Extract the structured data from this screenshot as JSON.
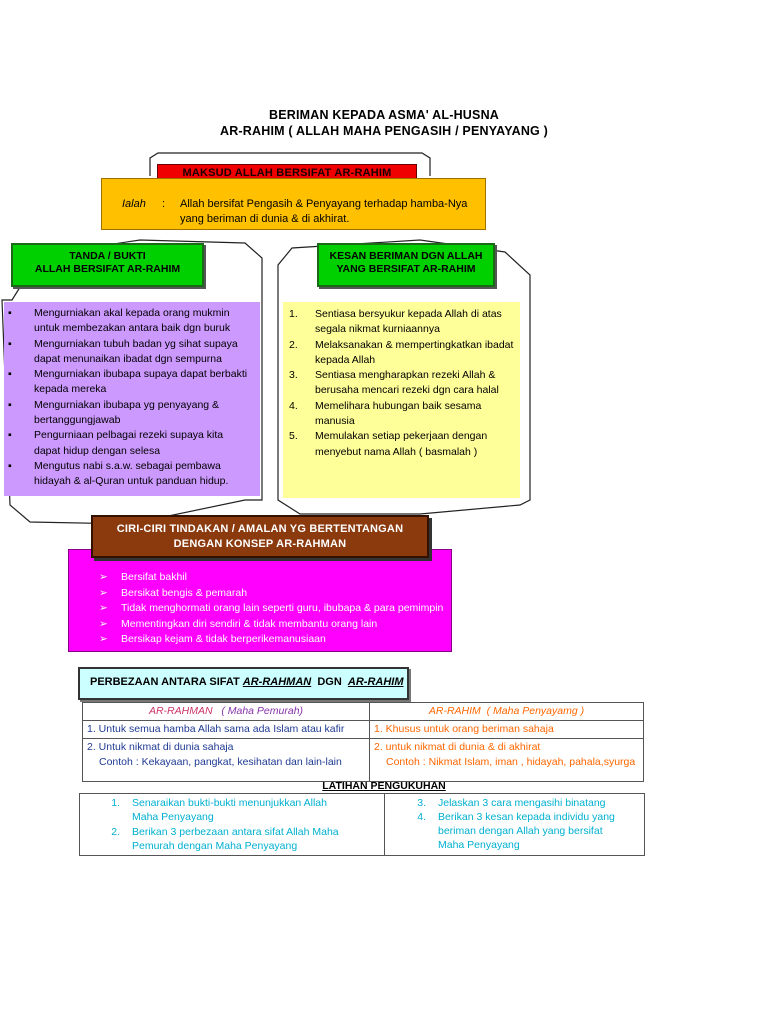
{
  "title_line1": "BERIMAN KEPADA ASMA' AL-HUSNA",
  "title_line2": "AR-RAHIM ( ALLAH MAHA PENGASIH / PENYAYANG )",
  "maksud_heading": "MAKSUD ALLAH BERSIFAT AR-RAHIM",
  "maksud_label": "Ialah",
  "maksud_colon": ":",
  "maksud_line1": "Allah bersifat Pengasih & Penyayang terhadap hamba-Nya",
  "maksud_line2": "yang beriman di dunia & di akhirat.",
  "tanda_line1": "TANDA /  BUKTI",
  "tanda_line2": "ALLAH BERSIFAT AR-RAHIM",
  "kesan_line1": "KESAN BERIMAN DGN ALLAH",
  "kesan_line2": "YANG BERSIFAT AR-RAHIM",
  "bukti_items": [
    [
      "Mengurniakan akal kepada orang mukmin",
      "untuk membezakan antara baik dgn buruk"
    ],
    [
      "Mengurniakan tubuh badan yg sihat supaya",
      "dapat menunaikan ibadat dgn sempurna"
    ],
    [
      "Mengurniakan ibubapa supaya dapat berbakti",
      "kepada mereka"
    ],
    [
      "Mengurniakan ibubapa yg penyayang &",
      "bertanggungjawab"
    ],
    [
      "Pengurniaan pelbagai rezeki supaya kita",
      "dapat hidup dengan selesa"
    ],
    [
      "Mengutus nabi s.a.w. sebagai pembawa",
      "hidayah  &   al-Quran untuk  panduan hidup."
    ]
  ],
  "kesan_items": [
    [
      "Sentiasa bersyukur kepada Allah di atas",
      "segala nikmat kurniaannya"
    ],
    [
      "Melaksanakan & mempertingkatkan ibadat",
      "kepada Allah"
    ],
    [
      "Sentiasa mengharapkan rezeki Allah &",
      "berusaha mencari rezeki dgn cara halal"
    ],
    [
      "Memelihara hubungan  baik sesama",
      "manusia"
    ],
    [
      "Memulakan setiap pekerjaan dengan",
      "menyebut nama Allah ( basmalah )"
    ]
  ],
  "ciri_line1": "CIRI-CIRI TINDAKAN / AMALAN  YG BERTENTANGAN",
  "ciri_line2": "DENGAN  KONSEP AR-RAHMAN",
  "ciri_items": [
    "Bersifat bakhil",
    "Bersikat bengis & pemarah",
    "Tidak menghormati orang lain seperti  guru, ibubapa & para pemimpin",
    "Mementingkan diri sendiri & tidak membantu orang  lain",
    "Bersikap kejam & tidak  berperikemanusiaan"
  ],
  "perbezaan_prefix": "PERBEZAAN ANTARA SIFAT ",
  "perbezaan_a": "AR-RAHMAN",
  "perbezaan_mid": "  DGN  ",
  "perbezaan_b": "AR-RAHIM",
  "table": {
    "head_left_name": "AR-RAHMAN",
    "head_left_desc": "( Maha Pemurah)",
    "head_right_name": "AR-RAHIM",
    "head_right_desc": "( Maha Penyayamg )",
    "left_row1": "1. Untuk semua hamba Allah sama ada Islam atau kafir",
    "right_row1": "1. Khusus untuk orang beriman sahaja",
    "left_row2": "2. Untuk nikmat di dunia sahaja",
    "left_row2b": "Contoh : Kekayaan, pangkat, kesihatan dan lain-lain",
    "right_row2": "2. untuk nikmat di dunia & di akhirat",
    "right_row2b": "Contoh : Nikmat Islam, iman , hidayah, pahala,syurga"
  },
  "latihan_heading": "LATIHAN PENGUKUHAN",
  "latihan_left": [
    {
      "n": "1.",
      "l1": "Senaraikan bukti-bukti menunjukkan Allah",
      "l2": "Maha  Penyayang"
    },
    {
      "n": "2.",
      "l1": "Berikan 3 perbezaan antara sifat Allah Maha",
      "l2": "Pemurah dengan Maha Penyayang"
    }
  ],
  "latihan_right": [
    {
      "n": "3.",
      "l1": "Jelaskan 3 cara mengasihi binatang",
      "l2": ""
    },
    {
      "n": "4.",
      "l1": "Berikan 3 kesan kepada individu yang",
      "l2": "beriman dengan Allah yang bersifat",
      "l3": "Maha Penyayang"
    }
  ],
  "colors": {
    "red": "#f00000",
    "orange": "#ffc000",
    "green": "#00d000",
    "purple": "#cc99ff",
    "yellow": "#ffff99",
    "brown": "#8b3a0e",
    "magenta": "#ff00ff",
    "cyan": "#ccffff"
  }
}
